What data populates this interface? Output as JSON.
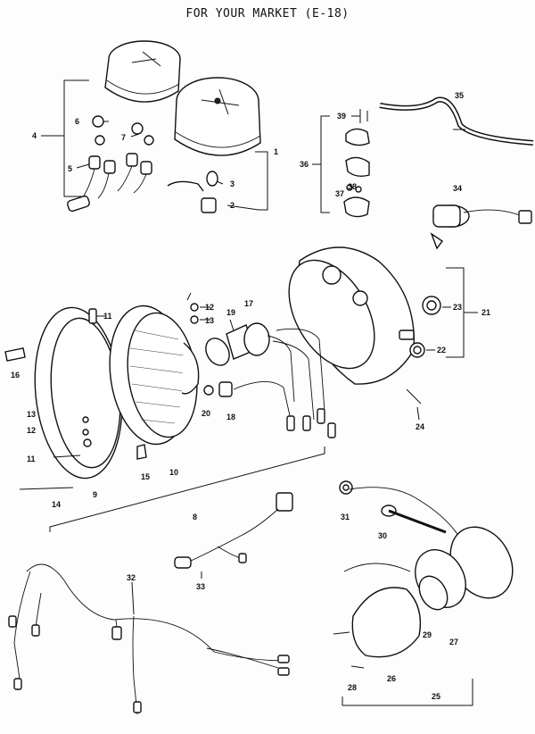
{
  "title": "FOR YOUR MARKET (E-18)",
  "callouts": {
    "c1": "1",
    "c2": "2",
    "c3": "3",
    "c4": "4",
    "c5": "5",
    "c6": "6",
    "c7": "7",
    "c8": "8",
    "c9": "9",
    "c10": "10",
    "c11a": "11",
    "c11b": "11",
    "c12a": "12",
    "c12b": "12",
    "c13a": "13",
    "c13b": "13",
    "c14": "14",
    "c15": "15",
    "c16": "16",
    "c17": "17",
    "c18": "18",
    "c19": "19",
    "c20": "20",
    "c21": "21",
    "c22": "22",
    "c23": "23",
    "c24": "24",
    "c25": "25",
    "c26": "26",
    "c27": "27",
    "c28": "28",
    "c29": "29",
    "c30": "30",
    "c31": "31",
    "c32": "32",
    "c33": "33",
    "c34": "34",
    "c35": "35",
    "c36": "36",
    "c37": "37",
    "c38": "38",
    "c39": "39"
  }
}
